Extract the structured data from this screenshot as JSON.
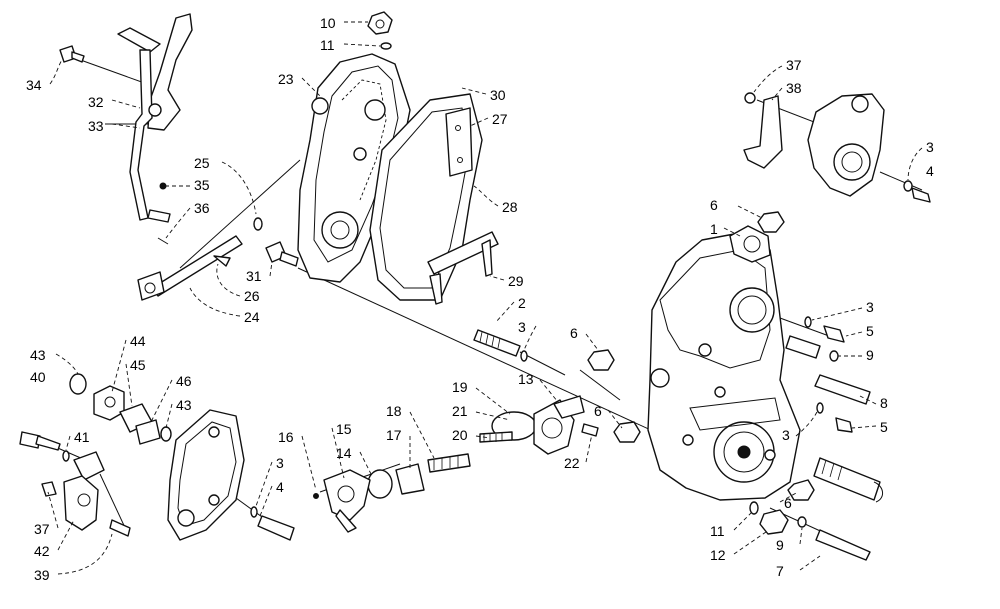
{
  "callouts": [
    {
      "id": "c10",
      "text": "10"
    },
    {
      "id": "c11a",
      "text": "11"
    },
    {
      "id": "c23",
      "text": "23"
    },
    {
      "id": "c30",
      "text": "30"
    },
    {
      "id": "c27",
      "text": "27"
    },
    {
      "id": "c28",
      "text": "28"
    },
    {
      "id": "c29",
      "text": "29"
    },
    {
      "id": "c34",
      "text": "34"
    },
    {
      "id": "c32",
      "text": "32"
    },
    {
      "id": "c33",
      "text": "33"
    },
    {
      "id": "c25",
      "text": "25"
    },
    {
      "id": "c35",
      "text": "35"
    },
    {
      "id": "c36",
      "text": "36"
    },
    {
      "id": "c31",
      "text": "31"
    },
    {
      "id": "c26",
      "text": "26"
    },
    {
      "id": "c24",
      "text": "24"
    },
    {
      "id": "c37a",
      "text": "37"
    },
    {
      "id": "c38",
      "text": "38"
    },
    {
      "id": "c3a",
      "text": "3"
    },
    {
      "id": "c4a",
      "text": "4"
    },
    {
      "id": "c6a",
      "text": "6"
    },
    {
      "id": "c1",
      "text": "1"
    },
    {
      "id": "c2",
      "text": "2"
    },
    {
      "id": "c3b",
      "text": "3"
    },
    {
      "id": "c6b",
      "text": "6"
    },
    {
      "id": "c13",
      "text": "13"
    },
    {
      "id": "c3c",
      "text": "3"
    },
    {
      "id": "c5a",
      "text": "5"
    },
    {
      "id": "c9a",
      "text": "9"
    },
    {
      "id": "c8",
      "text": "8"
    },
    {
      "id": "c19",
      "text": "19"
    },
    {
      "id": "c21",
      "text": "21"
    },
    {
      "id": "c18",
      "text": "18"
    },
    {
      "id": "c20",
      "text": "20"
    },
    {
      "id": "c17",
      "text": "17"
    },
    {
      "id": "c6c",
      "text": "6"
    },
    {
      "id": "c22",
      "text": "22"
    },
    {
      "id": "c3d",
      "text": "3"
    },
    {
      "id": "c5b",
      "text": "5"
    },
    {
      "id": "c43a",
      "text": "43"
    },
    {
      "id": "c40",
      "text": "40"
    },
    {
      "id": "c44",
      "text": "44"
    },
    {
      "id": "c45",
      "text": "45"
    },
    {
      "id": "c46",
      "text": "46"
    },
    {
      "id": "c43b",
      "text": "43"
    },
    {
      "id": "c41",
      "text": "41"
    },
    {
      "id": "c16",
      "text": "16"
    },
    {
      "id": "c15",
      "text": "15"
    },
    {
      "id": "c14",
      "text": "14"
    },
    {
      "id": "c3e",
      "text": "3"
    },
    {
      "id": "c4b",
      "text": "4"
    },
    {
      "id": "c37b",
      "text": "37"
    },
    {
      "id": "c42",
      "text": "42"
    },
    {
      "id": "c39",
      "text": "39"
    },
    {
      "id": "c6d",
      "text": "6"
    },
    {
      "id": "c11b",
      "text": "11"
    },
    {
      "id": "c12",
      "text": "12"
    },
    {
      "id": "c9b",
      "text": "9"
    },
    {
      "id": "c7",
      "text": "7"
    }
  ]
}
